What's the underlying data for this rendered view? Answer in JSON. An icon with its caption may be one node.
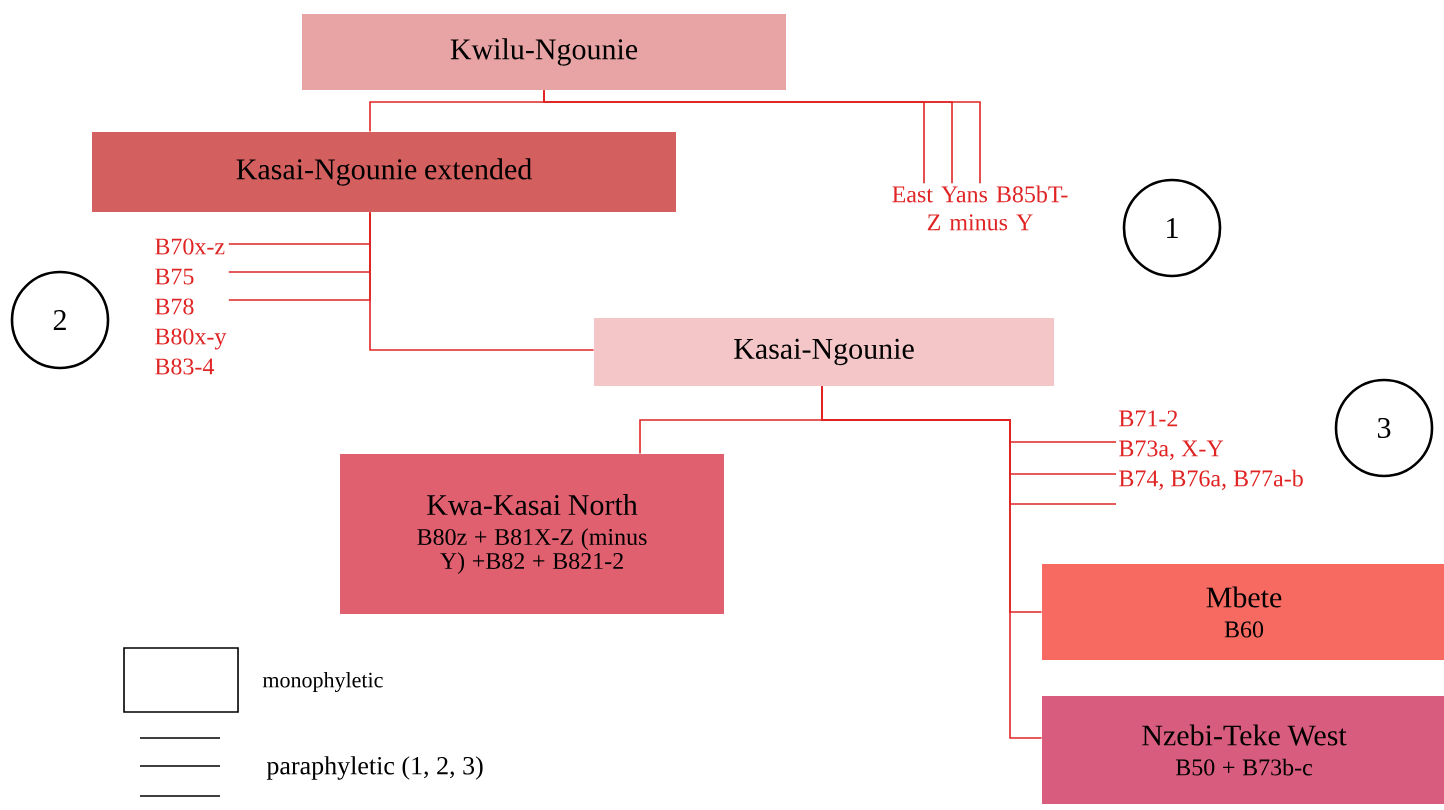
{
  "diagram": {
    "nodes": [
      {
        "text": [
          "Kwilu-Ngounie"
        ]
      },
      {
        "text": [
          "Kasai-Ngounie extended"
        ]
      },
      {
        "text": [
          "East Yans B85bT-Z minus Y"
        ]
      },
      {
        "text": [
          "1"
        ]
      },
      {
        "text": [
          "B70x-z",
          "B75",
          "B78",
          "B80x-y",
          "B83-4"
        ]
      },
      {
        "text": [
          "2"
        ]
      },
      {
        "text": [
          "Kasai-Ngounie"
        ]
      },
      {
        "text": [
          "Kwa-Kasai North",
          "B80z + B81X-Z (minus Y) +B82 + B821-2"
        ]
      },
      {
        "text": [
          "B71-2",
          "B73a, X-Y",
          "B74, B76a, B77a-b"
        ]
      },
      {
        "text": [
          "3"
        ]
      },
      {
        "text": [
          "Mbete",
          "B60"
        ]
      },
      {
        "text": [
          "Nzebi-Teke West",
          "B50 + B73b-c"
        ]
      }
    ],
    "edges": [
      {
        "from": 0,
        "to": 1,
        "arrow": "none"
      },
      {
        "from": 0,
        "to": 2,
        "arrow": "none"
      },
      {
        "from": 0,
        "to": 2,
        "arrow": "none"
      },
      {
        "from": 0,
        "to": 2,
        "arrow": "none"
      },
      {
        "from": 1,
        "to": 4,
        "arrow": "none"
      },
      {
        "from": 1,
        "to": 4,
        "arrow": "none"
      },
      {
        "from": 1,
        "to": 4,
        "arrow": "none"
      },
      {
        "from": 1,
        "to": 6,
        "arrow": "none"
      },
      {
        "from": 6,
        "to": 7,
        "arrow": "none"
      },
      {
        "from": 6,
        "to": 8,
        "arrow": "none"
      },
      {
        "from": 6,
        "to": 8,
        "arrow": "none"
      },
      {
        "from": 6,
        "to": 8,
        "arrow": "none"
      },
      {
        "from": 6,
        "to": 10,
        "arrow": "none"
      },
      {
        "from": 6,
        "to": 11,
        "arrow": "none"
      }
    ],
    "legend": [
      {
        "text": "monophyletic"
      },
      {
        "text": "paraphyletic (1, 2, 3)"
      }
    ]
  }
}
